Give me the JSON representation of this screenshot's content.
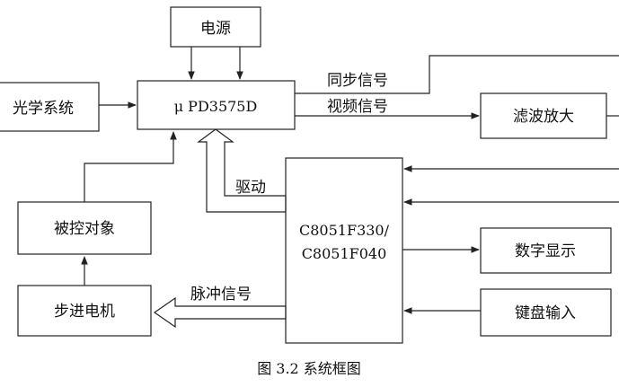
{
  "diagram": {
    "blocks": {
      "power": "电源",
      "optics": "光学系统",
      "ccd": "μ PD3575D",
      "filter_amp": "滤波放大",
      "controlled_object": "被控对象",
      "stepper_motor": "步进电机",
      "mcu_line1": "C8051F330/",
      "mcu_line2": "C8051F040",
      "digital_display": "数字显示",
      "keyboard_input": "键盘输入"
    },
    "signals": {
      "sync": "同步信号",
      "video": "视频信号",
      "drive": "驱动",
      "pulse": "脉冲信号"
    },
    "caption": "图 3.2  系统框图"
  }
}
